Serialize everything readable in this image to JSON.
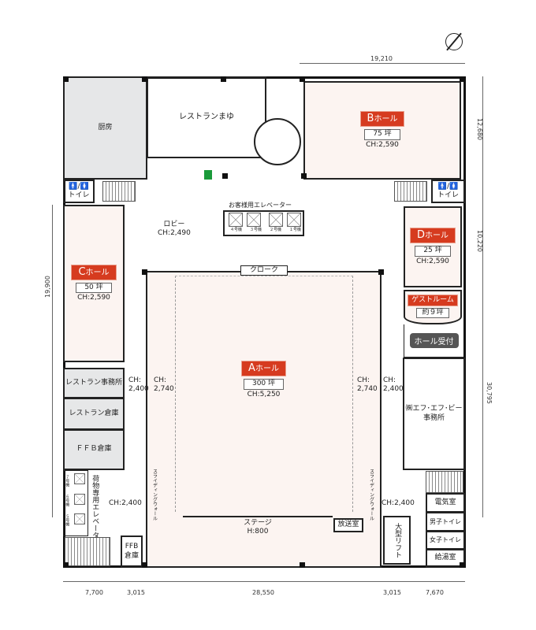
{
  "rooms": {
    "kitchen": "厨房",
    "restaurant_mayu": "レストランまゆ",
    "hall_b": {
      "letter": "B",
      "name": "ホール",
      "tsubo": "75 坪",
      "ch": "CH:2,590"
    },
    "hall_c": {
      "letter": "C",
      "name": "ホール",
      "tsubo": "50 坪",
      "ch": "CH:2,590"
    },
    "hall_d": {
      "letter": "D",
      "name": "ホール",
      "tsubo": "25 坪",
      "ch": "CH:2,590"
    },
    "hall_a": {
      "letter": "A",
      "name": "ホール",
      "tsubo": "300 坪",
      "ch": "CH:5,250"
    },
    "guest_room": {
      "name": "ゲストルーム",
      "tsubo": "約９坪"
    },
    "hall_reception": "ホール受付",
    "ffb_office": [
      "㈱エフ･エフ･ビー",
      "事務所"
    ],
    "lobby": {
      "name": "ロビー",
      "ch": "CH:2,490"
    },
    "guest_elevator": {
      "title": "お客様用エレベーター",
      "cars": [
        "４号機",
        "３号機",
        "２号機",
        "１号機"
      ]
    },
    "cloak": "クローク",
    "toilet": "トイレ",
    "restaurant_office": "レストラン事務所",
    "restaurant_storage": "レストラン倉庫",
    "ffb_storage": "ＦＦＢ倉庫",
    "freight_elevator": {
      "title": "荷物専用エレベーター",
      "cars": [
        "７号機",
        "６号機",
        "５号機"
      ]
    },
    "ffb_storage_small": [
      "FFB",
      "倉庫"
    ],
    "stage": {
      "name": "ステージ",
      "h": "H:800"
    },
    "broadcast": "放送室",
    "lift": "大型リフト",
    "electric": "電気室",
    "mens_toilet": "男子トイレ",
    "womens_toilet": "女子トイレ",
    "kitchenette": "給湯室",
    "sliding_wall": "スライディングウォール"
  },
  "ceiling": {
    "left_corridor": [
      "CH:",
      "2,400"
    ],
    "left_hall": [
      "CH:",
      "2,740"
    ],
    "right_hall": [
      "CH:",
      "2,740"
    ],
    "right_corridor": [
      "CH:",
      "2,400"
    ],
    "bottom_left": "CH:2,400",
    "bottom_right": "CH:2,400"
  },
  "dimensions": {
    "top": "19,210",
    "right_1": "12,680",
    "right_2": "10,220",
    "right_3": "30,795",
    "left": "19,900",
    "bottom": [
      "7,700",
      "3,015",
      "28,550",
      "3,015",
      "7,670"
    ]
  },
  "colors": {
    "accent": "#d63b1f",
    "hall_fill": "#fcf4f1",
    "service_fill": "#e6e7e8",
    "exit_sign": "#1a9a3a"
  }
}
